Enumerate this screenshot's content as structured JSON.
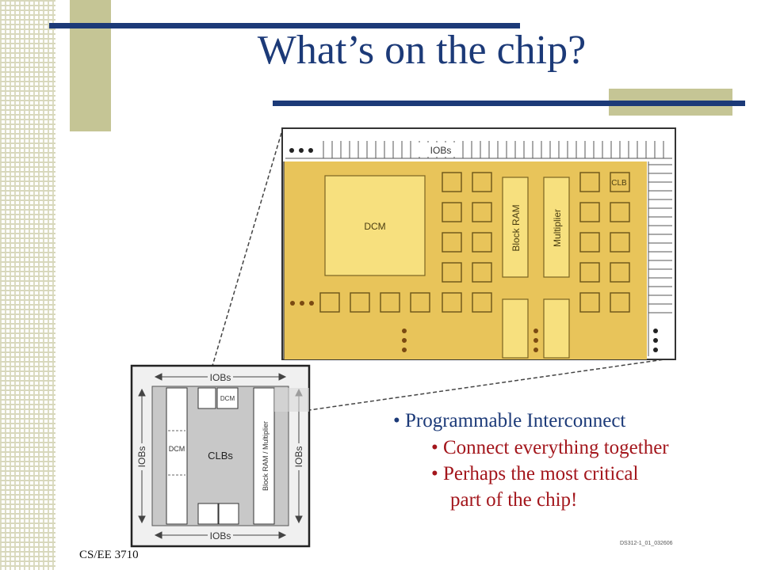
{
  "slide": {
    "title": "What’s on the chip?",
    "footer": "CS/EE 3710"
  },
  "colors": {
    "title_blue": "#1c3a78",
    "accent_red": "#a3161c",
    "decor_olive": "#c5c595",
    "chip_gold": "#e8c45a",
    "chip_gray": "#c8c8c8"
  },
  "bullets": {
    "main": "• Programmable Interconnect",
    "sub1": "• Connect everything together",
    "sub2": "• Perhaps the most critical",
    "sub2_cont": "part of the chip!"
  },
  "zoom_diagram": {
    "iobs": "IOBs",
    "dcm": "DCM",
    "block_ram": "Block RAM",
    "multiplier": "Multiplier",
    "clb": "CLB",
    "figure_code": "DS312-1_01_032606"
  },
  "overview_diagram": {
    "iobs_top": "IOBs",
    "iobs_bottom": "IOBs",
    "iobs_left": "IOBs",
    "iobs_right": "IOBs",
    "clbs": "CLBs",
    "dcm_left": "DCM",
    "dcm_top": "DCM",
    "block_ram_multiplier": "Block RAM / Multiplier"
  }
}
